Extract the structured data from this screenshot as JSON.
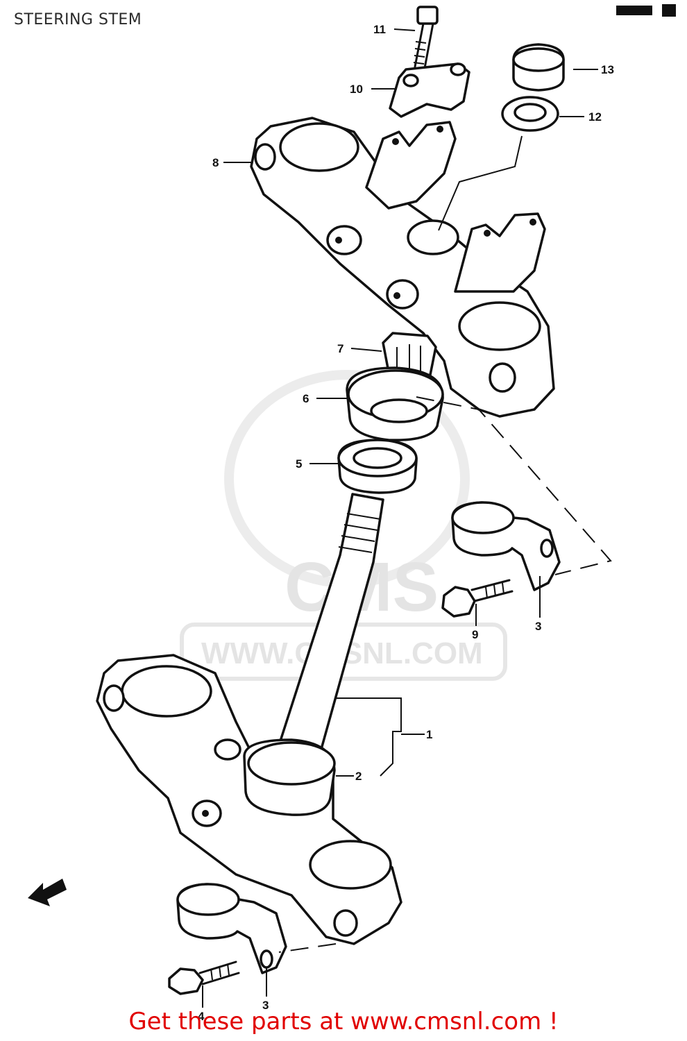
{
  "title": "STEERING STEM",
  "watermark": {
    "text": "WWW.CMSNL.COM",
    "logo_text": "CMS"
  },
  "callouts": [
    {
      "id": "c1",
      "label": "1"
    },
    {
      "id": "c2",
      "label": "2"
    },
    {
      "id": "c3a",
      "label": "3"
    },
    {
      "id": "c3b",
      "label": "3"
    },
    {
      "id": "c4",
      "label": "4"
    },
    {
      "id": "c5",
      "label": "5"
    },
    {
      "id": "c6",
      "label": "6"
    },
    {
      "id": "c7",
      "label": "7"
    },
    {
      "id": "c8",
      "label": "8"
    },
    {
      "id": "c9",
      "label": "9"
    },
    {
      "id": "c10",
      "label": "10"
    },
    {
      "id": "c11",
      "label": "11"
    },
    {
      "id": "c12",
      "label": "12"
    },
    {
      "id": "c13",
      "label": "13"
    }
  ],
  "footer": "Get these parts at www.cmsnl.com !"
}
